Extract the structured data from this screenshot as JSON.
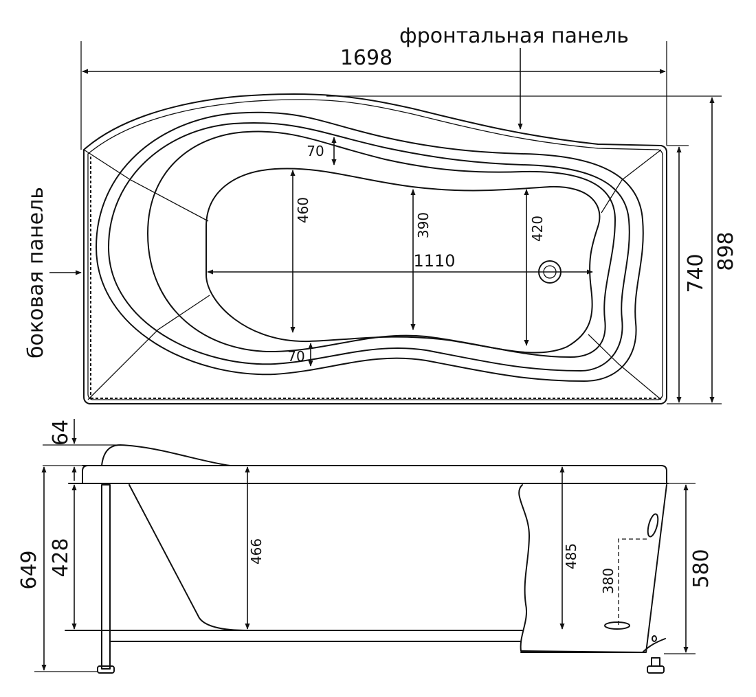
{
  "labels": {
    "front_panel": "фронтальная панель",
    "side_panel": "боковая панель"
  },
  "dimensions": {
    "total_length": "1698",
    "total_width": "898",
    "rim_width": "740",
    "inner_length": "1110",
    "inner_width_head": "460",
    "inner_width_mid": "390",
    "inner_width_foot": "420",
    "rim_top": "70",
    "rim_bottom": "70",
    "headrest_height": "64",
    "total_height": "649",
    "leg_height": "428",
    "inner_depth": "466",
    "depth_at_drain": "485",
    "drain_height": "380",
    "panel_height": "580"
  }
}
